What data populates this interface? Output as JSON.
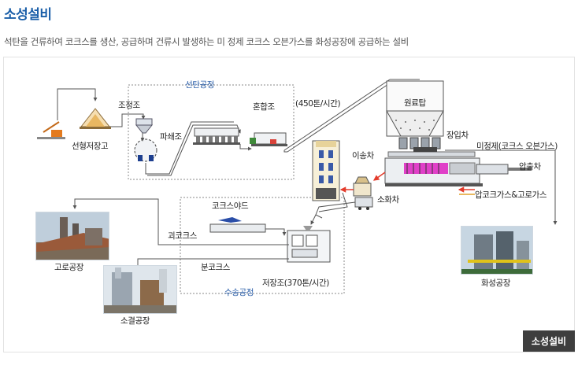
{
  "header": {
    "title": "소성설비",
    "description": "석탄을 건류하여 코크스를 생산, 공급하며 건류시 발생하는 미 정제 코크스 오븐가스를 화성공장에 공급하는 설비"
  },
  "diagram": {
    "labels": {
      "coal_storage": "선형저장고",
      "blending_bin": "조정조",
      "crusher": "파쇄조",
      "coal_process": "선탄공정",
      "mixer": "혼합조",
      "capacity": "(450톤/시간)",
      "coal_tower": "원료탑",
      "charging_car": "장입차",
      "transfer_car": "이송차",
      "raw_gas": "미정제(코크스 오븐가스)",
      "pusher": "압출차",
      "quench_car": "소화차",
      "press_gas": "압코크가스&고로가스",
      "coke_yard": "코크스야드",
      "lump_coke": "괴코크스",
      "fine_coke": "분코크스",
      "coke_bin": "저장조(370톤/시간)",
      "transport_process": "수송공정",
      "blast_furnace": "고로공장",
      "sinter_plant": "소결공장",
      "chemical_plant": "화성공장"
    },
    "badge": "소성설비"
  },
  "colors": {
    "title": "#1a5ea8",
    "process_label": "#2a5ea9",
    "badge_bg": "#3e3e3e",
    "oven_pink": "#e040c8",
    "flow_red": "#e33b2b",
    "conveyor_blue": "#2a4ea8"
  }
}
